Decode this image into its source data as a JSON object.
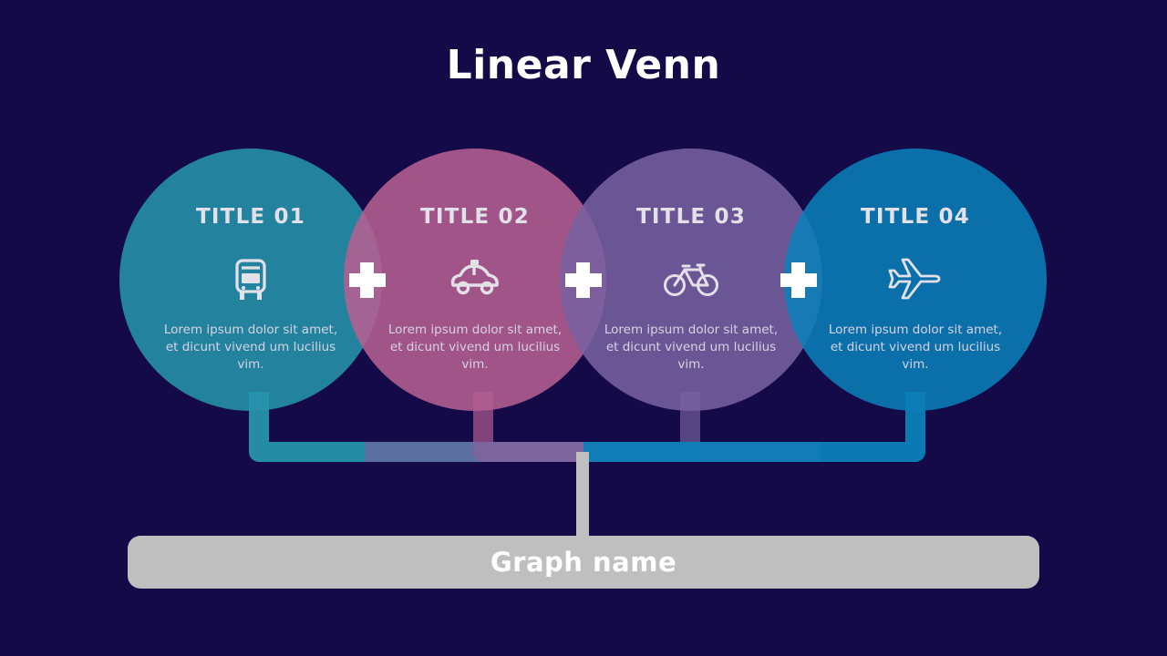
{
  "page": {
    "title": "Linear Venn",
    "background_color": "#130a47"
  },
  "venn": {
    "items": [
      {
        "title": "TITLE 01",
        "description": "Lorem ipsum dolor sit amet, et dicunt vivend um lucilius vim.",
        "icon": "bus-icon",
        "color": "#2694ac"
      },
      {
        "title": "TITLE 02",
        "description": "Lorem ipsum dolor sit amet, et dicunt vivend um lucilius vim.",
        "icon": "taxi-icon",
        "color": "#b55f92"
      },
      {
        "title": "TITLE 03",
        "description": "Lorem ipsum dolor sit amet, et dicunt vivend um lucilius vim.",
        "icon": "bicycle-icon",
        "color": "#77619f"
      },
      {
        "title": "TITLE 04",
        "description": "Lorem ipsum dolor sit amet, et dicunt vivend um lucilius vim.",
        "icon": "airplane-icon",
        "color": "#0b7fb8"
      }
    ],
    "operators": [
      "plus-icon",
      "plus-icon",
      "plus-icon"
    ]
  },
  "footer": {
    "graph_name": "Graph name",
    "bar_color": "#bfbfbf"
  }
}
